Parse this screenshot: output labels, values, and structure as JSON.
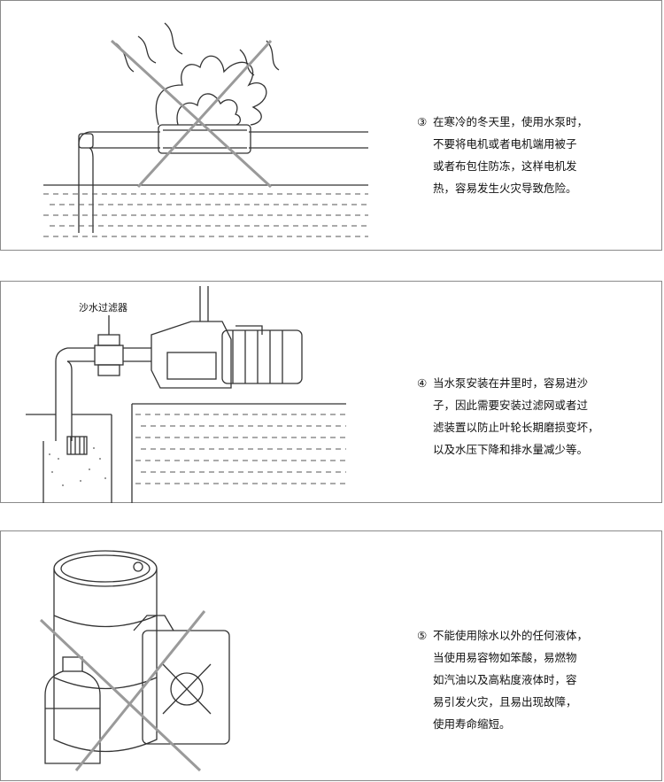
{
  "panels": [
    {
      "number": "③",
      "lines": [
        "在寒冷的冬天里，使用水泵时，",
        "不要将电机或者电机端用被子",
        "或者布包住防冻，这样电机发",
        "热，容易发生火灾导致危险。"
      ]
    },
    {
      "number": "④",
      "label": "沙水过滤器",
      "lines": [
        "当水泵安装在井里时，容易进沙",
        "子，因此需要安装过滤网或者过",
        "滤装置以防止叶轮长期磨损变坏，",
        "以及水压下降和排水量减少等。"
      ]
    },
    {
      "number": "⑤",
      "lines": [
        "不能使用除水以外的任何液体，",
        "当使用易容物如笨酸，易燃物",
        "如汽油以及高粘度液体时，容",
        "易引发火灾，且易出现故障，",
        "使用寿命缩短。"
      ]
    }
  ],
  "icons": {
    "panel3": "fire-wrapped-pipe-crossed-icon",
    "panel4": "pump-with-sand-filter-icon",
    "panel5": "barrel-and-canister-crossed-icon"
  },
  "colors": {
    "line": "#333333",
    "cross": "#9a9a9a",
    "border": "#8a8a8a"
  }
}
